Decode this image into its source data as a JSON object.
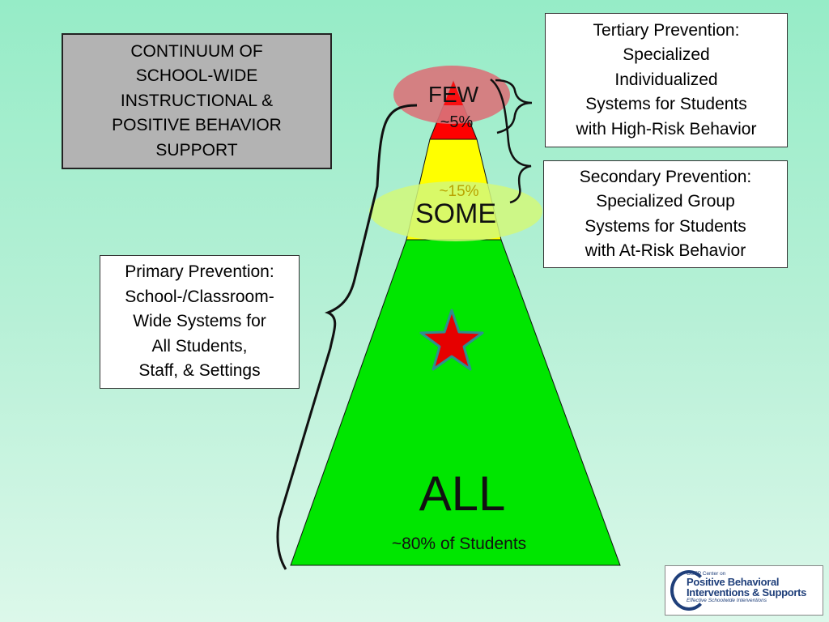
{
  "title": "CONTINUUM OF\nSCHOOL-WIDE\nINSTRUCTIONAL &\nPOSITIVE BEHAVIOR\nSUPPORT",
  "tertiary": "Tertiary Prevention:\nSpecialized\nIndividualized\nSystems for Students\nwith High-Risk Behavior",
  "secondary": "Secondary Prevention:\nSpecialized Group\nSystems for Students\nwith At-Risk Behavior",
  "primary": "Primary Prevention:\nSchool-/Classroom-\nWide Systems for\nAll Students,\nStaff, & Settings",
  "pyramid": {
    "few_label": "FEW",
    "few_pct": "~5%",
    "some_pct": "~15%",
    "some_label": "SOME",
    "all_label": "ALL",
    "all_pct": "~80% of Students"
  },
  "logo": {
    "line1": "OSEP Center on",
    "line2": "Positive Behavioral",
    "line3": "Interventions & Supports",
    "line4": "Effective Schoolwide Interventions"
  },
  "colors": {
    "tier_red": "#ff0000",
    "tier_yellow": "#ffff00",
    "tier_green": "#00e600",
    "few_oval": "#d9737a",
    "some_oval": "#d2f87a",
    "star": "#e60000"
  },
  "icons": [
    "star-icon",
    "logo-icon"
  ]
}
